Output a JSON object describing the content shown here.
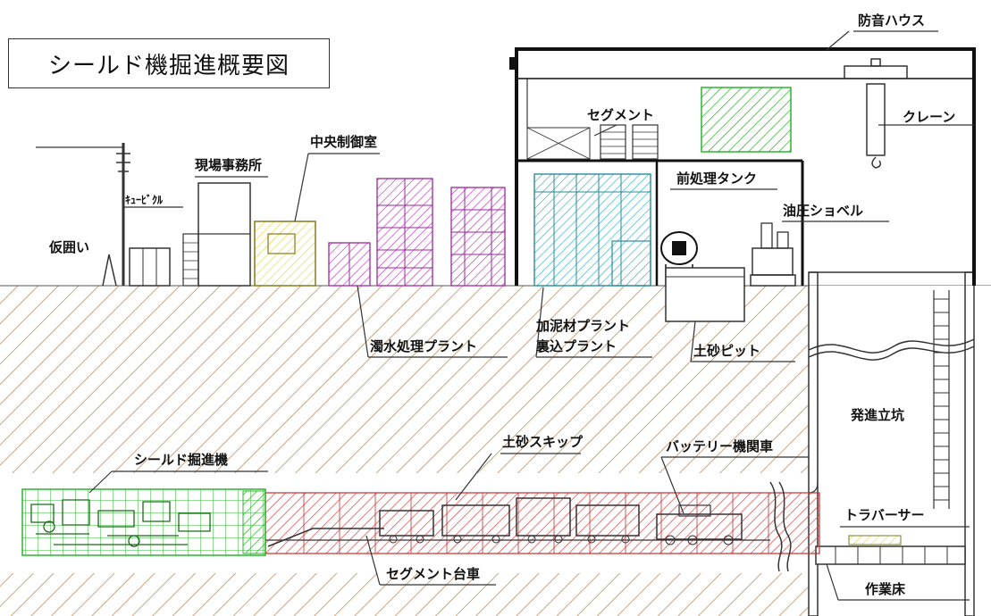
{
  "title": "シールド機掘進概要図",
  "labels": {
    "soundproof_house": "防音ハウス",
    "segment": "セグメント",
    "crane": "クレーン",
    "central_control": "中央制御室",
    "site_office": "現場事務所",
    "cubicle": "ｷｭｰﾋﾞｸﾙ",
    "pretreatment_tank": "前処理タンク",
    "hydraulic_shovel": "油圧ショベル",
    "fence": "仮囲い",
    "turbid_water_plant": "濁水処理プラント",
    "mud_plant_1": "加泥材プラント",
    "mud_plant_2": "裏込プラント",
    "soil_pit": "土砂ピット",
    "launch_shaft": "発進立坑",
    "shield_machine": "シールド掘進機",
    "soil_skip": "土砂スキップ",
    "battery_locomotive": "バッテリー機関車",
    "traverser": "トラバーサー",
    "segment_cart": "セグメント台車",
    "work_floor": "作業床"
  },
  "colors": {
    "ground_hatch": "#c9a582",
    "green": "#2bb52b",
    "red": "#e24a4a",
    "magenta": "#c43cc4",
    "cyan": "#39b4c6",
    "yellow": "#e8d84a"
  }
}
